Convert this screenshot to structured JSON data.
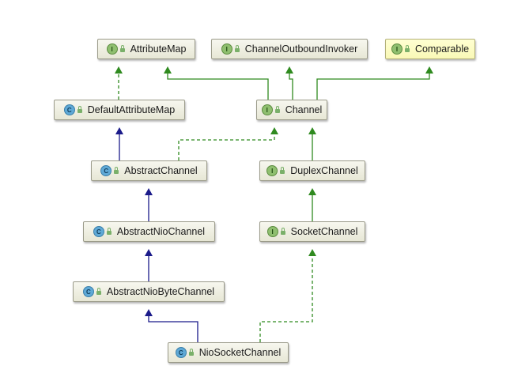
{
  "nodes": [
    {
      "id": "AttributeMap",
      "label": "AttributeMap",
      "kind": "interface",
      "badge": "I",
      "highlight": false
    },
    {
      "id": "ChannelOutboundInvoker",
      "label": "ChannelOutboundInvoker",
      "kind": "interface",
      "badge": "I",
      "highlight": false
    },
    {
      "id": "Comparable",
      "label": "Comparable",
      "kind": "interface",
      "badge": "I",
      "highlight": true
    },
    {
      "id": "DefaultAttributeMap",
      "label": "DefaultAttributeMap",
      "kind": "class",
      "badge": "C",
      "highlight": false
    },
    {
      "id": "Channel",
      "label": "Channel",
      "kind": "interface",
      "badge": "I",
      "highlight": false
    },
    {
      "id": "AbstractChannel",
      "label": "AbstractChannel",
      "kind": "class",
      "badge": "C",
      "highlight": false
    },
    {
      "id": "DuplexChannel",
      "label": "DuplexChannel",
      "kind": "interface",
      "badge": "I",
      "highlight": false
    },
    {
      "id": "AbstractNioChannel",
      "label": "AbstractNioChannel",
      "kind": "class",
      "badge": "C",
      "highlight": false
    },
    {
      "id": "SocketChannel",
      "label": "SocketChannel",
      "kind": "interface",
      "badge": "I",
      "highlight": false
    },
    {
      "id": "AbstractNioByteChannel",
      "label": "AbstractNioByteChannel",
      "kind": "class",
      "badge": "C",
      "highlight": false
    },
    {
      "id": "NioSocketChannel",
      "label": "NioSocketChannel",
      "kind": "class",
      "badge": "C",
      "highlight": false
    }
  ],
  "edges": [
    {
      "from": "DefaultAttributeMap",
      "to": "AttributeMap",
      "relation": "implements"
    },
    {
      "from": "Channel",
      "to": "AttributeMap",
      "relation": "extends-interface"
    },
    {
      "from": "Channel",
      "to": "ChannelOutboundInvoker",
      "relation": "extends-interface"
    },
    {
      "from": "Channel",
      "to": "Comparable",
      "relation": "extends-interface"
    },
    {
      "from": "AbstractChannel",
      "to": "DefaultAttributeMap",
      "relation": "extends"
    },
    {
      "from": "AbstractChannel",
      "to": "Channel",
      "relation": "implements"
    },
    {
      "from": "DuplexChannel",
      "to": "Channel",
      "relation": "extends-interface"
    },
    {
      "from": "AbstractNioChannel",
      "to": "AbstractChannel",
      "relation": "extends"
    },
    {
      "from": "SocketChannel",
      "to": "DuplexChannel",
      "relation": "extends-interface"
    },
    {
      "from": "AbstractNioByteChannel",
      "to": "AbstractNioChannel",
      "relation": "extends"
    },
    {
      "from": "NioSocketChannel",
      "to": "AbstractNioByteChannel",
      "relation": "extends"
    },
    {
      "from": "NioSocketChannel",
      "to": "SocketChannel",
      "relation": "implements"
    }
  ],
  "colors": {
    "extends": "#1b1b8a",
    "interface": "#2f8a1f",
    "node_fill": "#eeeedf",
    "highlight_fill": "#fbfbc4"
  }
}
